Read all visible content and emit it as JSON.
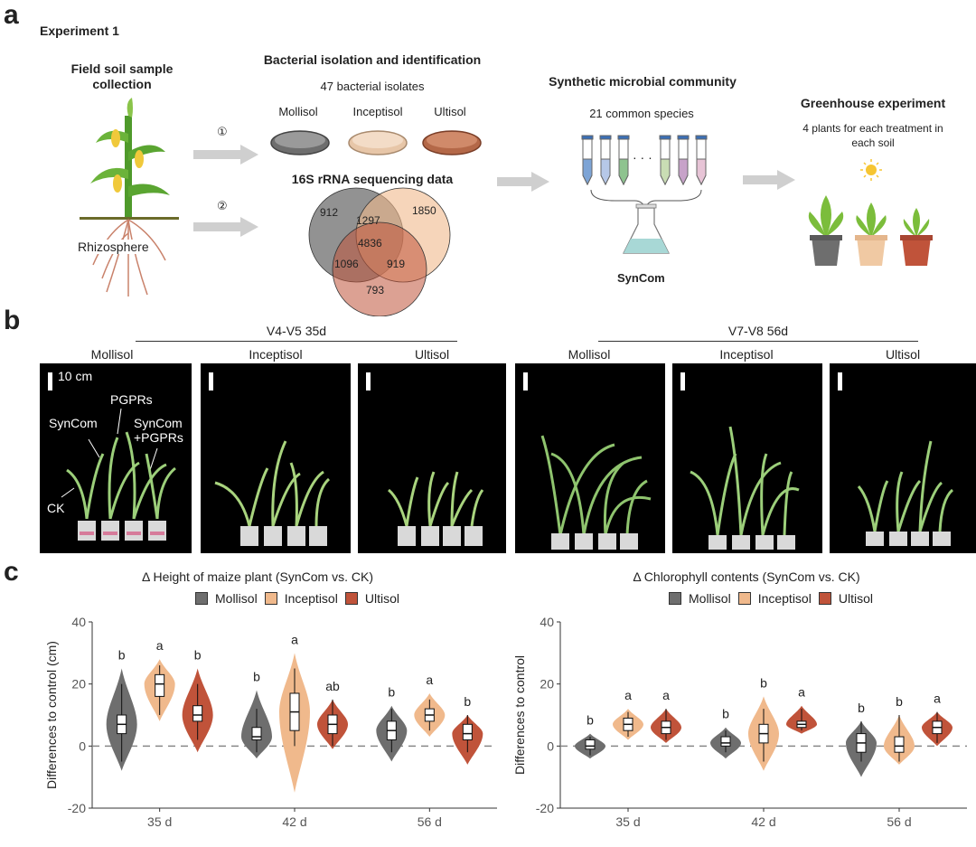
{
  "panel_a": {
    "letter": "a",
    "experiment_label": "Experiment 1",
    "field_title": "Field soil sample collection",
    "rhizosphere_label": "Rhizosphere",
    "step1": "①",
    "step2": "②",
    "isolation_title": "Bacterial isolation and identification",
    "isolates_text": "47 bacterial isolates",
    "soils": [
      "Mollisol",
      "Inceptisol",
      "Ultisol"
    ],
    "sequencing_title": "16S rRNA sequencing data",
    "venn": {
      "mollisol_only": "912",
      "inceptisol_only": "1850",
      "ultisol_only": "793",
      "mollisol_inceptisol": "1297",
      "mollisol_ultisol": "1096",
      "inceptisol_ultisol": "919",
      "all_three": "4836"
    },
    "syncom_title": "Synthetic microbial community",
    "species_text": "21 common species",
    "tube_dots": "· · ·",
    "syncom_label": "SynCom",
    "greenhouse_title": "Greenhouse experiment",
    "greenhouse_text": "4 plants for each treatment in each soil"
  },
  "panel_b": {
    "letter": "b",
    "stage1": "V4-V5 35d",
    "stage2": "V7-V8 56d",
    "soils": [
      "Mollisol",
      "Inceptisol",
      "Ultisol",
      "Mollisol",
      "Inceptisol",
      "Ultisol"
    ],
    "scale_label": "10 cm",
    "treatment_labels": {
      "syncom": "SynCom",
      "pgprs": "PGPRs",
      "syncom_pgprs_1": "SynCom",
      "syncom_pgprs_2": "+PGPRs",
      "ck": "CK"
    }
  },
  "panel_c": {
    "letter": "c",
    "legend": [
      "Mollisol",
      "Inceptisol",
      "Ultisol"
    ],
    "colors": {
      "Mollisol": "#6e6e6e",
      "Inceptisol": "#f0b98c",
      "Ultisol": "#c0533a"
    }
  },
  "chart_data": [
    {
      "type": "violin",
      "title": "Δ Height of maize plant (SynCom vs. CK)",
      "ylabel": "Differences to control (cm)",
      "xlabel": "",
      "categories": [
        "35 d",
        "42 d",
        "56 d"
      ],
      "ylim": [
        -20,
        40
      ],
      "yticks": [
        -20,
        0,
        20,
        40
      ],
      "reference_line": 0,
      "series": [
        {
          "name": "Mollisol",
          "median": [
            7,
            3,
            5
          ],
          "q1": [
            4,
            2,
            2
          ],
          "q3": [
            10,
            6,
            8
          ],
          "min": [
            -5,
            -2,
            -2
          ],
          "max": [
            20,
            12,
            12
          ],
          "violin_min": [
            -8,
            -4,
            -5
          ],
          "violin_max": [
            25,
            18,
            13
          ],
          "letters": [
            "b",
            "b",
            "b"
          ]
        },
        {
          "name": "Inceptisol",
          "median": [
            20,
            11,
            10
          ],
          "q1": [
            16,
            5,
            8
          ],
          "q3": [
            23,
            17,
            12
          ],
          "min": [
            10,
            0,
            5
          ],
          "max": [
            26,
            25,
            15
          ],
          "violin_min": [
            8,
            -15,
            3
          ],
          "violin_max": [
            28,
            30,
            17
          ],
          "letters": [
            "a",
            "a",
            "a"
          ]
        },
        {
          "name": "Ultisol",
          "median": [
            10,
            7,
            4
          ],
          "q1": [
            8,
            4,
            2
          ],
          "q3": [
            13,
            10,
            7
          ],
          "min": [
            2,
            0,
            -2
          ],
          "max": [
            20,
            15,
            10
          ],
          "violin_min": [
            -2,
            -1,
            -6
          ],
          "violin_max": [
            25,
            15,
            10
          ],
          "letters": [
            "b",
            "ab",
            "b"
          ]
        }
      ]
    },
    {
      "type": "violin",
      "title": "Δ Chlorophyll contents (SynCom vs. CK)",
      "ylabel": "Differences to control",
      "xlabel": "",
      "categories": [
        "35 d",
        "42 d",
        "56 d"
      ],
      "ylim": [
        -20,
        40
      ],
      "yticks": [
        -20,
        0,
        20,
        40
      ],
      "reference_line": 0,
      "series": [
        {
          "name": "Mollisol",
          "median": [
            0,
            1,
            1
          ],
          "q1": [
            -1,
            0,
            -2
          ],
          "q3": [
            2,
            3,
            4
          ],
          "min": [
            -3,
            -2,
            -5
          ],
          "max": [
            3,
            5,
            8
          ],
          "violin_min": [
            -4,
            -4,
            -10
          ],
          "violin_max": [
            4,
            6,
            8
          ],
          "letters": [
            "b",
            "b",
            "b"
          ]
        },
        {
          "name": "Inceptisol",
          "median": [
            7,
            4,
            0
          ],
          "q1": [
            5,
            1,
            -2
          ],
          "q3": [
            9,
            7,
            3
          ],
          "min": [
            3,
            -5,
            -5
          ],
          "max": [
            11,
            12,
            10
          ],
          "violin_min": [
            2,
            -8,
            -6
          ],
          "violin_max": [
            12,
            16,
            10
          ],
          "letters": [
            "a",
            "b",
            "b"
          ]
        },
        {
          "name": "Ultisol",
          "median": [
            6,
            7,
            6
          ],
          "q1": [
            4,
            6,
            4
          ],
          "q3": [
            8,
            8,
            8
          ],
          "min": [
            2,
            5,
            1
          ],
          "max": [
            12,
            12,
            11
          ],
          "violin_min": [
            1,
            4,
            0
          ],
          "violin_max": [
            12,
            13,
            11
          ],
          "letters": [
            "a",
            "a",
            "a"
          ]
        }
      ]
    }
  ]
}
